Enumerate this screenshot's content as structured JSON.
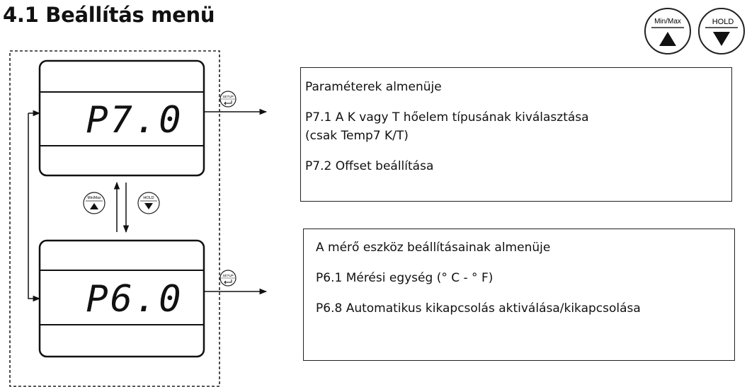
{
  "title": "4.1 Beállítás menü",
  "buttons": {
    "minmax_label": "Min/Max",
    "hold_label": "HOLD",
    "setup_label": "SETUP"
  },
  "displays": {
    "top": "P7.0",
    "bottom": "P6.0"
  },
  "box_p7": {
    "heading": "Paraméterek almenüje",
    "item1": "P7.1 A K vagy T hőelem típusának kiválasztása (csak Temp7 K/T)",
    "item2": "P7.2 Offset beállítása"
  },
  "box_p6": {
    "heading": "A mérő eszköz beállításainak almenüje",
    "item1": "P6.1 Mérési egység (° C - ° F)",
    "item2": "P6.8 Automatikus kikapcsolás aktiválása/kikapcsolása"
  },
  "icons": [
    "min-max-up-arrow-button-icon",
    "hold-down-arrow-button-icon",
    "setup-enter-icon",
    "arrow-icon"
  ]
}
